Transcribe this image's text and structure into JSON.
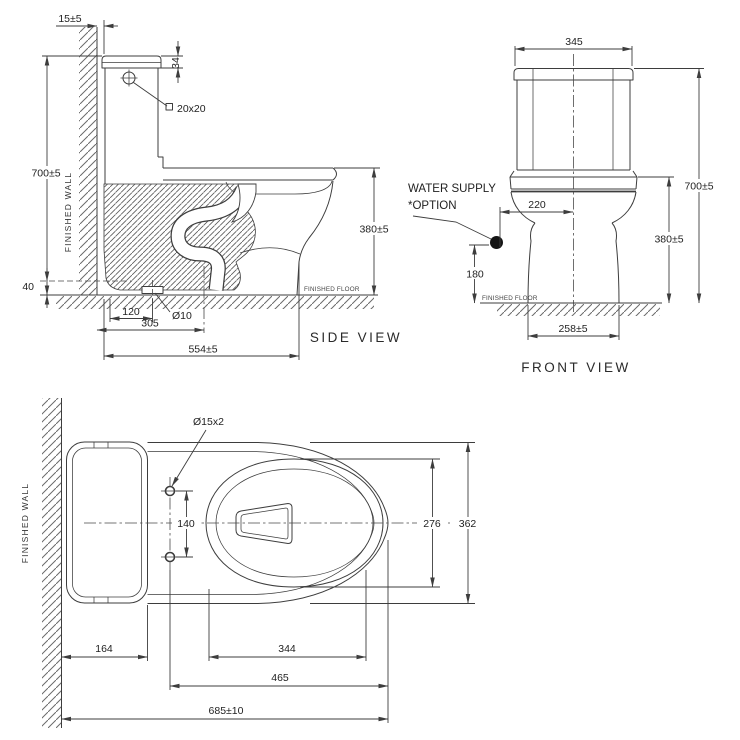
{
  "side_view": {
    "label": "SIDE VIEW",
    "finished_wall_label": "FINISHED WALL",
    "finished_floor_label": "FINISHED FLOOR",
    "dims": {
      "wall_gap": "15±5",
      "lid_height": "34",
      "button_size": "20x20",
      "overall_height": "700±5",
      "rim_height": "380±5",
      "outlet_height": "40",
      "bolt_offset": "120",
      "bolt_diameter": "Ø10",
      "rough_in": "305",
      "overall_depth": "554±5"
    }
  },
  "front_view": {
    "label": "FRONT VIEW",
    "finished_floor_label": "FINISHED FLOOR",
    "water_supply_label": "WATER SUPPLY",
    "water_supply_note": "*OPTION",
    "dims": {
      "tank_width": "345",
      "supply_offset": "220",
      "supply_height": "180",
      "overall_height": "700±5",
      "rim_height": "380±5",
      "base_width": "258±5"
    }
  },
  "top_view": {
    "finished_wall_label": "FINISHED WALL",
    "dims": {
      "bolt_holes": "Ø15x2",
      "bolt_spacing": "140",
      "bowl_inner_width": "276",
      "overall_width": "362",
      "tank_front_offset": "164",
      "bowl_inner_length": "344",
      "bolt_to_front": "465",
      "overall_depth": "685±10"
    }
  },
  "colors": {
    "line": "#3d3d3d",
    "text": "#1f1f1f",
    "background": "#ffffff"
  }
}
